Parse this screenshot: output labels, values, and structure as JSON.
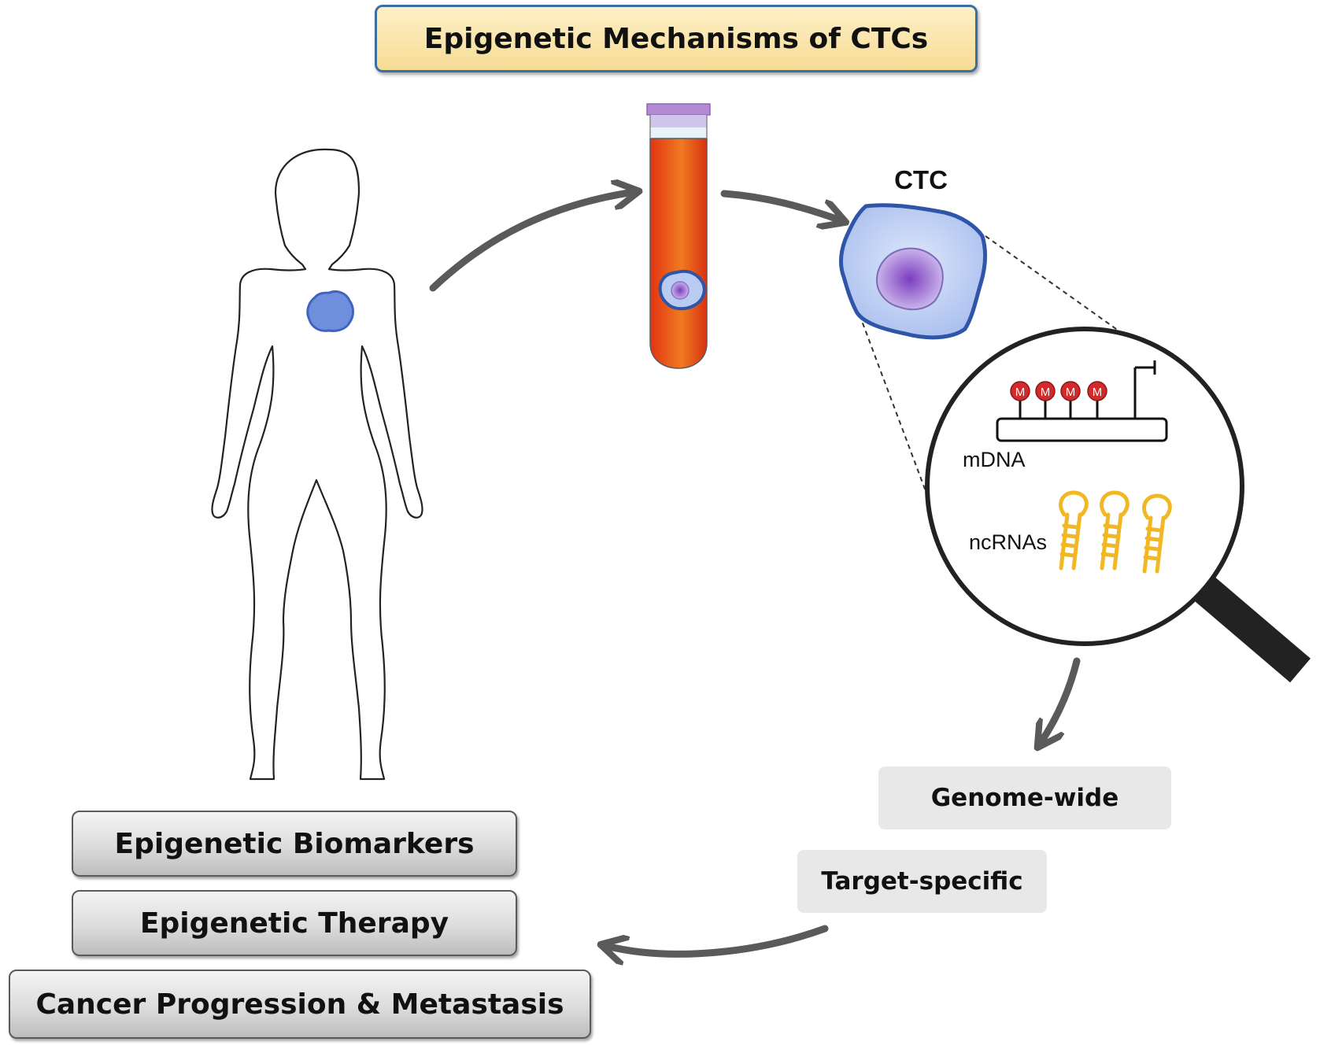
{
  "title": "Epigenetic Mechanisms of CTCs",
  "labels": {
    "ctc": "CTC",
    "methylation_mark": "M",
    "mdna": "mDNA",
    "ncrnas": "ncRNAs"
  },
  "approaches": [
    "Genome-wide",
    "Target-specific"
  ],
  "applications": [
    "Epigenetic Biomarkers",
    "Epigenetic Therapy",
    "Cancer Progression & Metastasis"
  ],
  "colors": {
    "title_fill": "#f6dc95",
    "title_border": "#3a6fa4",
    "arrow": "#5a5a5a",
    "tumor": "#4f74c9",
    "cell_body": "#b9cbf0",
    "cell_border": "#2f55a8",
    "nucleus": "#8a5cc4",
    "blood": "#e4421a",
    "tube_cap": "#b48ad6",
    "methyl": "#d12b2b",
    "ncrna": "#f2b824",
    "magnifier_handle": "#222222"
  }
}
